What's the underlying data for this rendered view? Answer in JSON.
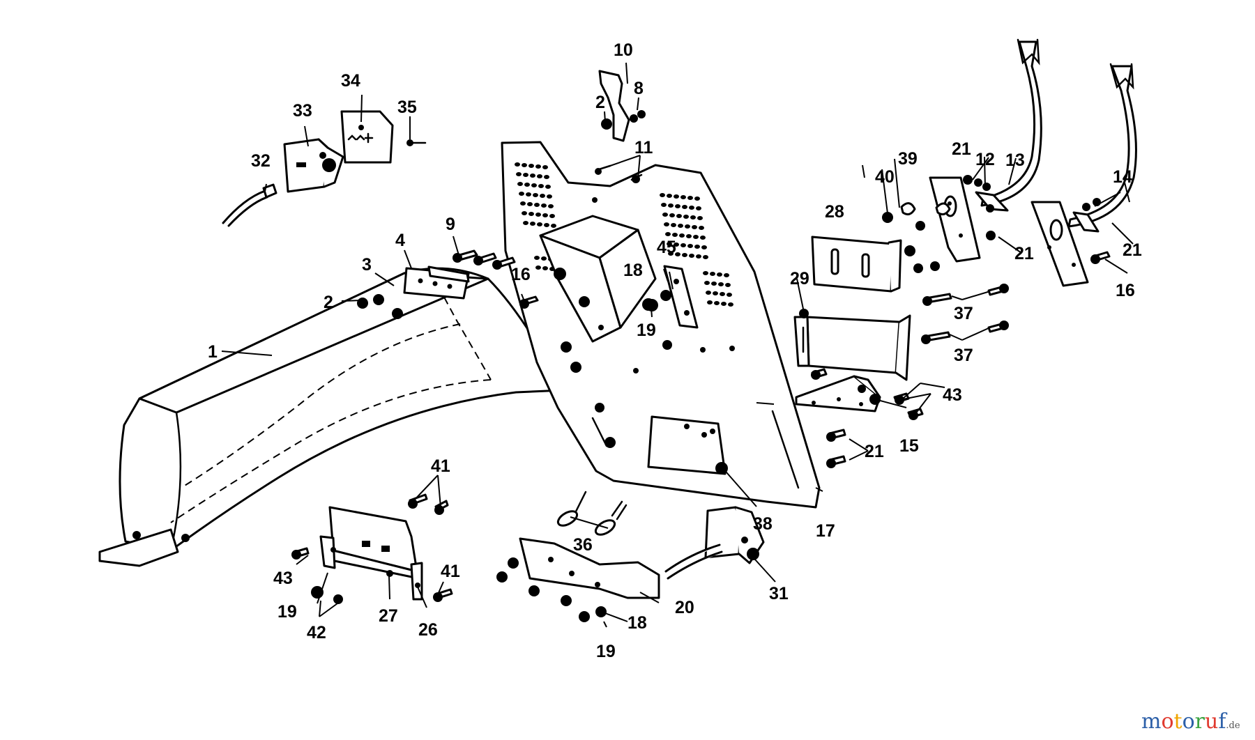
{
  "diagram": {
    "part_labels": [
      "1",
      "2",
      "3",
      "4",
      "8",
      "9",
      "10",
      "11",
      "12",
      "13",
      "14",
      "15",
      "16",
      "17",
      "18",
      "19",
      "20",
      "21",
      "26",
      "27",
      "28",
      "29",
      "31",
      "32",
      "33",
      "34",
      "35",
      "36",
      "37",
      "38",
      "39",
      "40",
      "41",
      "42",
      "43",
      "45"
    ]
  },
  "watermark": {
    "text_parts": [
      {
        "text": "m",
        "color": "#2c5fa8"
      },
      {
        "text": "o",
        "color": "#e03a2f"
      },
      {
        "text": "t",
        "color": "#f0a500"
      },
      {
        "text": "o",
        "color": "#2c5fa8"
      },
      {
        "text": "r",
        "color": "#3aa340"
      },
      {
        "text": "u",
        "color": "#e03a2f"
      },
      {
        "text": "f",
        "color": "#2c5fa8"
      }
    ],
    "suffix": ".de"
  }
}
